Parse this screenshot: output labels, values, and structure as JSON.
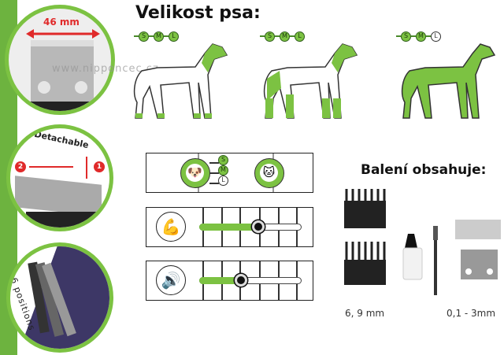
{
  "left_panel": {
    "width_label": "46 mm",
    "detach_label": "Detachable",
    "step1": "1",
    "step2": "2",
    "positions_label": "6 positions"
  },
  "watermark": "www.nipponcec.cz",
  "dog_size": {
    "title": "Velikost psa:",
    "sizes": [
      "S",
      "M",
      "L"
    ],
    "variants": [
      {
        "active": [
          "S",
          "M",
          "L"
        ]
      },
      {
        "active": [
          "S",
          "M",
          "L"
        ]
      },
      {
        "active": [
          "S",
          "M"
        ]
      }
    ]
  },
  "suitability": {
    "pets": [
      "dog",
      "cat"
    ],
    "dog_sizes": [
      "S",
      "M",
      "L"
    ],
    "dog_sizes_active": [
      "S",
      "M"
    ]
  },
  "power_slider": {
    "icon": "muscle-icon",
    "value": 0.58
  },
  "noise_slider": {
    "icon": "speaker-icon",
    "value": 0.41
  },
  "package": {
    "title": "Balení obsahuje:",
    "combs_label": "6, 9 mm",
    "blade_label": "0,1 - 3mm"
  },
  "colors": {
    "accent": "#7cc242",
    "strip": "#6db33f",
    "arrow": "#e02a2a"
  }
}
